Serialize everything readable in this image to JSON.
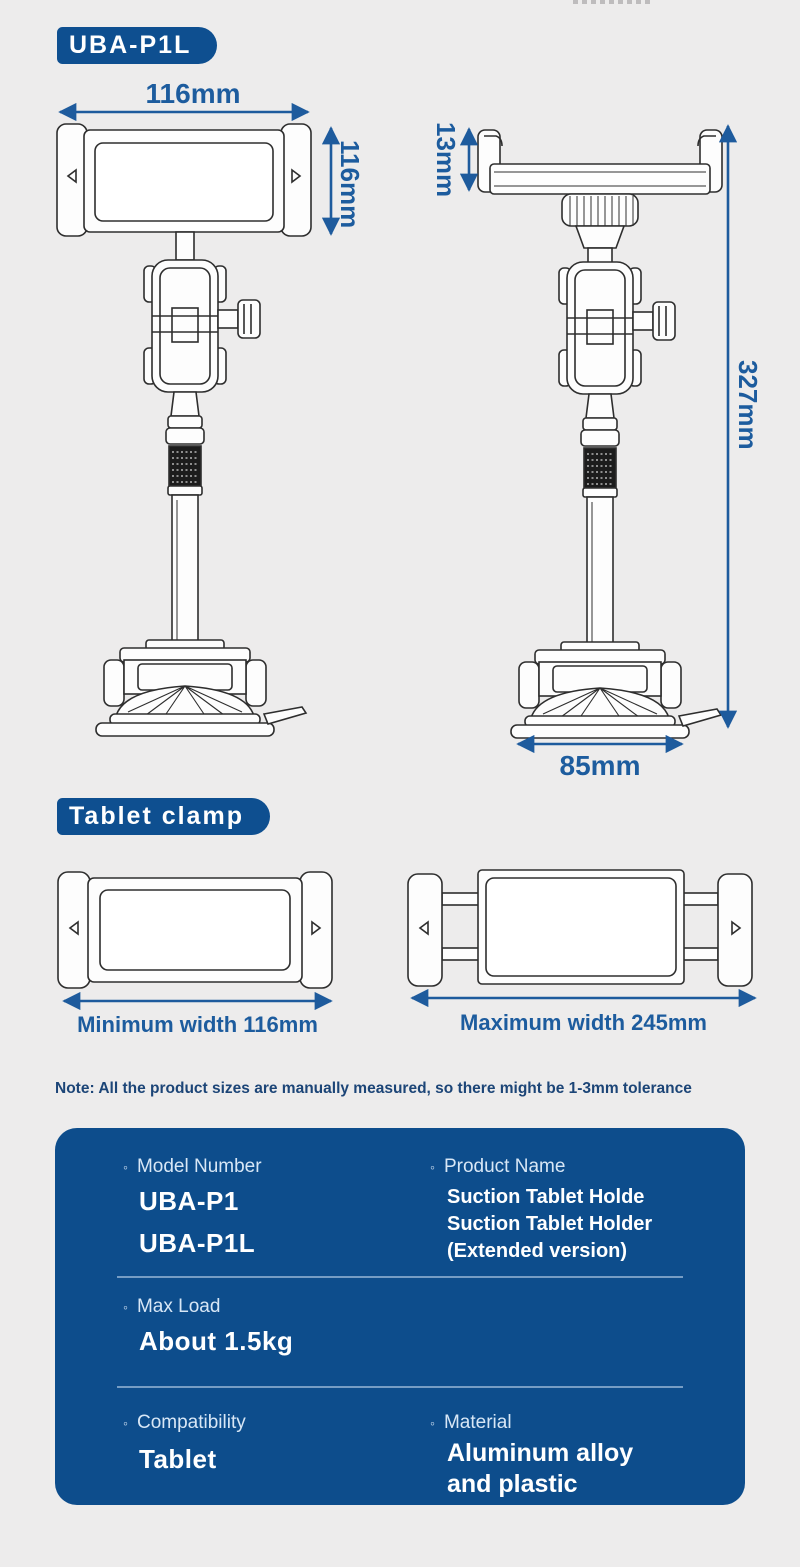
{
  "page": {
    "background": "#edecec",
    "accent_blue": "#0e4f90",
    "panel_blue": "#0d4d8c",
    "dimension_color": "#1d5c9e"
  },
  "header": {
    "model_badge": "UBA-P1L"
  },
  "front_view": {
    "width": "116mm",
    "height": "116mm"
  },
  "side_view": {
    "clamp_depth": "13mm",
    "total_height": "327mm",
    "base_diameter": "85mm"
  },
  "clamp_section": {
    "badge": "Tablet clamp",
    "min_label": "Minimum width 116mm",
    "max_label": "Maximum width 245mm"
  },
  "note": "Note: All the product sizes are manually measured, so there might be 1-3mm tolerance",
  "specs": {
    "bullet": "◦",
    "model_number": {
      "label": "Model Number",
      "line1": "UBA-P1",
      "line2": "UBA-P1L"
    },
    "product_name": {
      "label": "Product Name",
      "line1": "Suction Tablet Holde",
      "line2": "Suction Tablet Holder",
      "line3": "(Extended version)"
    },
    "max_load": {
      "label": "Max Load",
      "value": "About 1.5kg"
    },
    "compatibility": {
      "label": "Compatibility",
      "value": "Tablet"
    },
    "material": {
      "label": "Material",
      "line1": "Aluminum alloy",
      "line2": "and plastic"
    }
  }
}
